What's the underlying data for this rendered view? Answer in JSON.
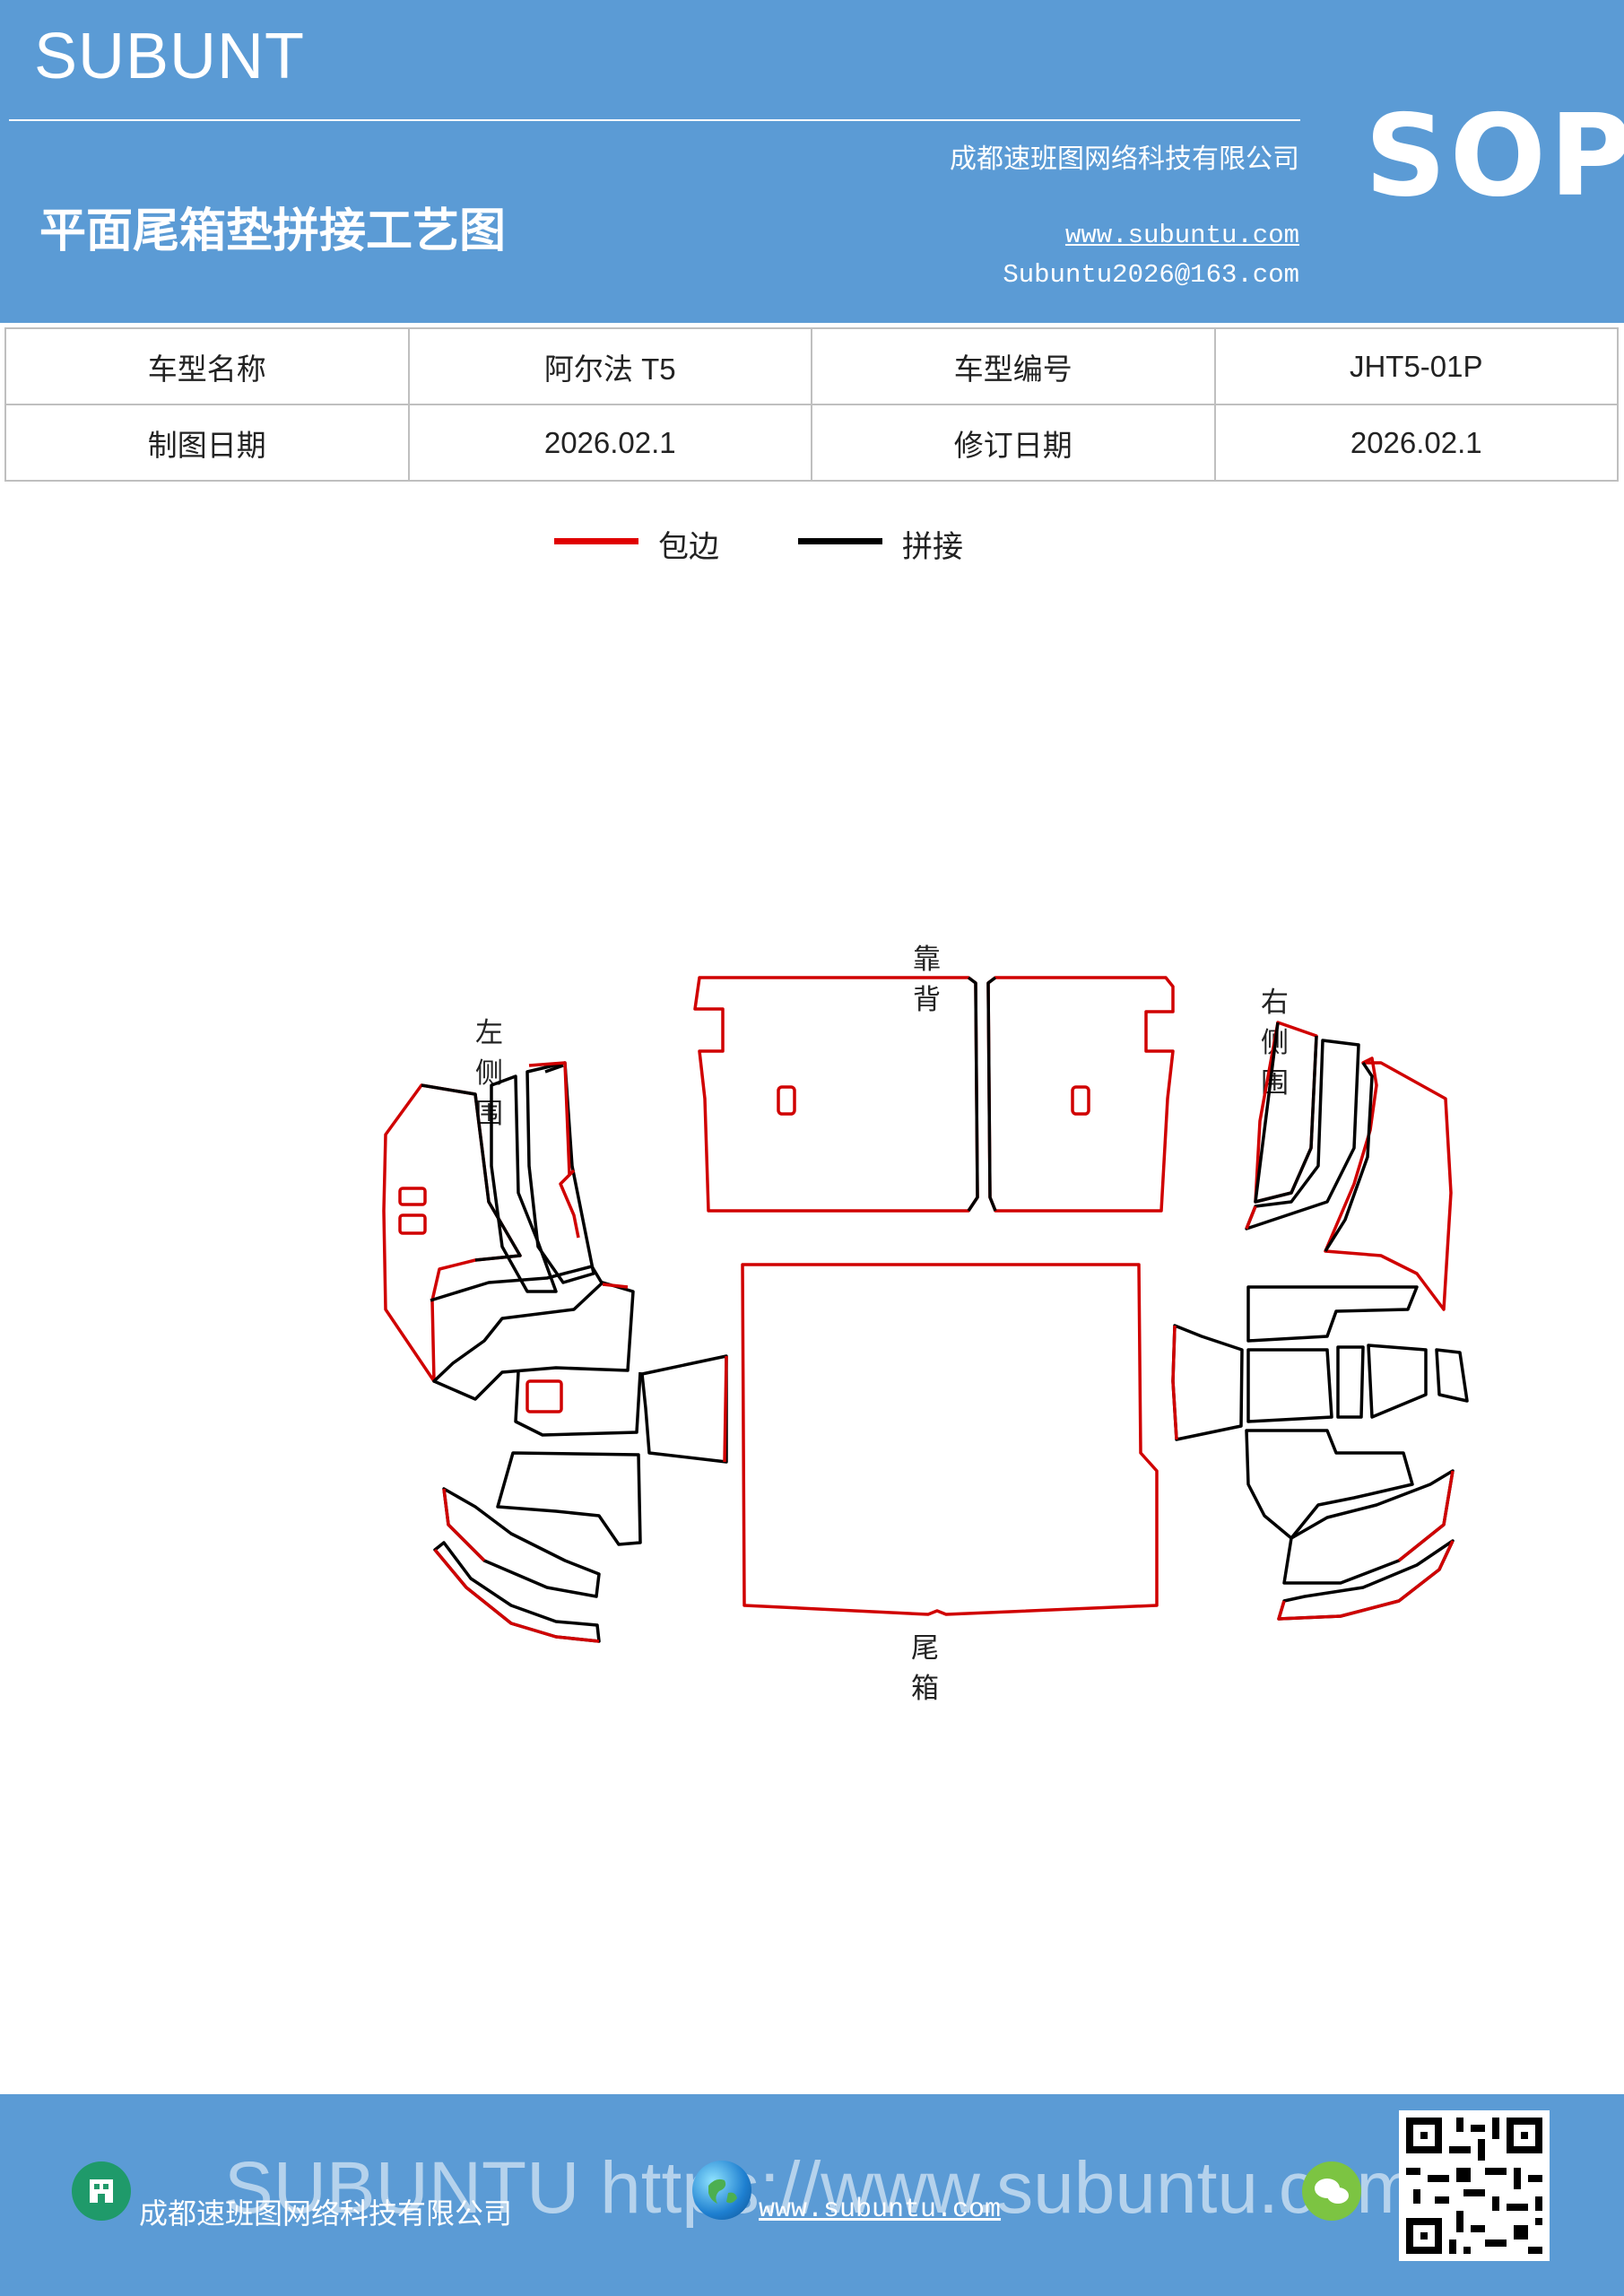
{
  "header": {
    "brand": "SUBUNT",
    "title": "平面尾箱垫拼接工艺图",
    "company": "成都速班图网络科技有限公司",
    "website": "www.subuntu.com",
    "email": "Subuntu2026@163.com",
    "badge": "SOP"
  },
  "info_table": {
    "rows": [
      [
        "车型名称",
        "阿尔法 T5",
        "车型编号",
        "JHT5-01P"
      ],
      [
        "制图日期",
        "2026.02.1",
        "修订日期",
        "2026.02.1"
      ]
    ]
  },
  "legend": {
    "items": [
      {
        "label": "包边",
        "color": "#e00000"
      },
      {
        "label": "拼接",
        "color": "#000000"
      }
    ]
  },
  "diagram": {
    "labels": {
      "back": "靠背",
      "left": "左侧围",
      "right": "右侧围",
      "trunk": "尾箱"
    },
    "edge_color": "#d00000",
    "seam_color": "#000000"
  },
  "footer": {
    "company": "成都速班图网络科技有限公司",
    "website": "www.subuntu.com",
    "watermark": "SUBUNTU https://www.subuntu.com"
  }
}
